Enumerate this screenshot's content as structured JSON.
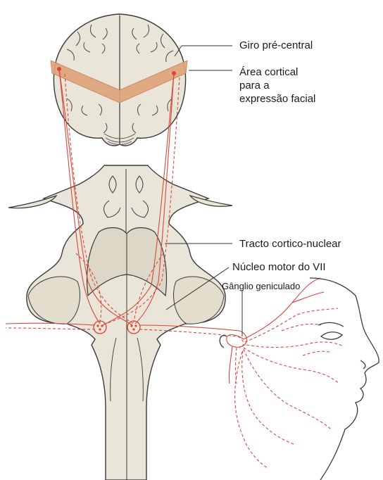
{
  "labels": {
    "giro_precentral": "Giro pré-central",
    "area_cortical_1": "Área cortical",
    "area_cortical_2": "para a",
    "area_cortical_3": "expressão facial",
    "tracto": "Tracto cortico-nuclear",
    "nucleo": "Núcleo motor do VII",
    "ganglio": "Gânglio geniculado"
  },
  "colors": {
    "tissue_fill": "#e9e5d8",
    "tissue_outline": "#3a3a3a",
    "cortical_band": "#e0a27a",
    "nerve_pathway": "#d9473a",
    "leader_line": "#333333"
  }
}
